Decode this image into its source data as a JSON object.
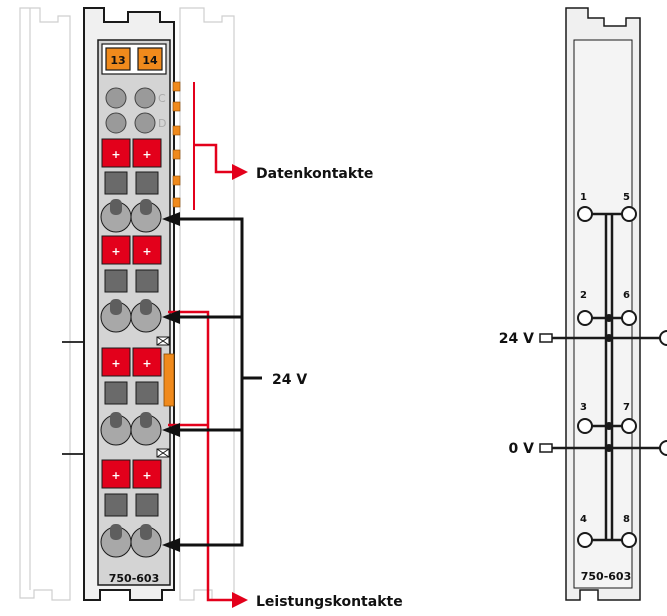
{
  "module": {
    "slot_labels": [
      "13",
      "14"
    ],
    "led_letters": [
      "C",
      "D"
    ],
    "plus_sign": "+",
    "model": "750-603"
  },
  "callouts": {
    "data_contacts": "Datenkontakte",
    "supply_voltage": "24 V",
    "power_contacts": "Leistungskontakte"
  },
  "schematic": {
    "model": "750-603",
    "terminals": [
      "1",
      "5",
      "2",
      "6",
      "3",
      "7",
      "4",
      "8"
    ],
    "rail_24v": "24 V",
    "rail_0v": "0 V"
  },
  "colors": {
    "accent_red": "#e3001b",
    "accent_orange": "#f08a1c",
    "outline": "#1a1a1a",
    "housing_gray": "#d4d4d4"
  }
}
